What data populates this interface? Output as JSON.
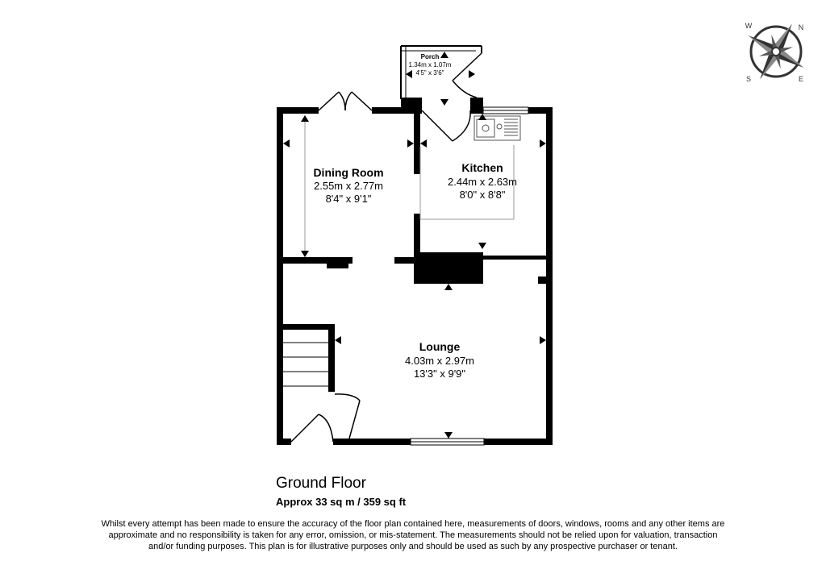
{
  "rooms": {
    "dining_room": {
      "name": "Dining Room",
      "metric": "2.55m x 2.77m",
      "imperial": "8'4\" x 9'1\""
    },
    "kitchen": {
      "name": "Kitchen",
      "metric": "2.44m x 2.63m",
      "imperial": "8'0\" x 8'8\""
    },
    "lounge": {
      "name": "Lounge",
      "metric": "4.03m x 2.97m",
      "imperial": "13'3\" x 9'9\""
    },
    "porch": {
      "name": "Porch",
      "metric": "1.34m x 1.07m",
      "imperial": "4'5\" x 3'6\""
    }
  },
  "compass": {
    "n": "N",
    "e": "E",
    "s": "S",
    "w": "W"
  },
  "floor": {
    "title": "Ground Floor",
    "area": "Approx 33 sq m / 359 sq ft"
  },
  "disclaimer": "Whilst every attempt has been made to ensure the accuracy of the floor plan contained here, measurements of doors, windows, rooms and any other items are approximate and no responsibility is taken for any error, omission, or mis-statement. The measurements should not be relied upon for valuation, transaction and/or funding purposes. This plan is for illustrative purposes only and should be used as such by any prospective purchaser or tenant.",
  "colors": {
    "wall": "#000000",
    "background": "#ffffff",
    "fixture": "#999999"
  }
}
